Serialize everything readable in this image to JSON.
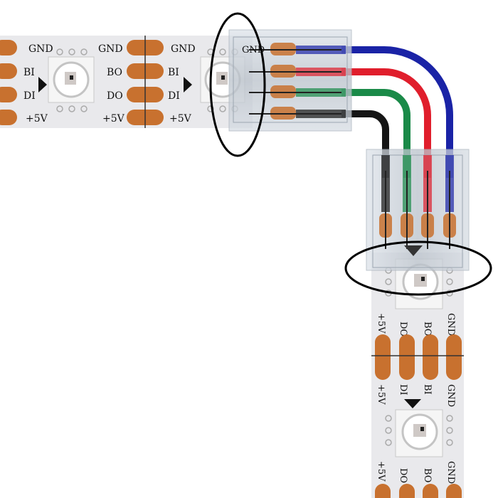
{
  "strip_labels": {
    "gnd": "GND",
    "bi": "BI",
    "bo": "BO",
    "di": "DI",
    "do": "DO",
    "v5": "+5V"
  },
  "wires": [
    {
      "color": "#1a23a6"
    },
    {
      "color": "#e01e2c"
    },
    {
      "color": "#1a8a48"
    },
    {
      "color": "#151515"
    }
  ],
  "colors": {
    "strip": "#e9e9ec",
    "pad": "#c8712f",
    "led_body": "#f4f4f4",
    "connector": "#c9d0d8",
    "highlight_ellipse": "#000000"
  },
  "icons": [
    "led-chip-icon",
    "direction-arrow-icon",
    "cut-line-icon"
  ]
}
